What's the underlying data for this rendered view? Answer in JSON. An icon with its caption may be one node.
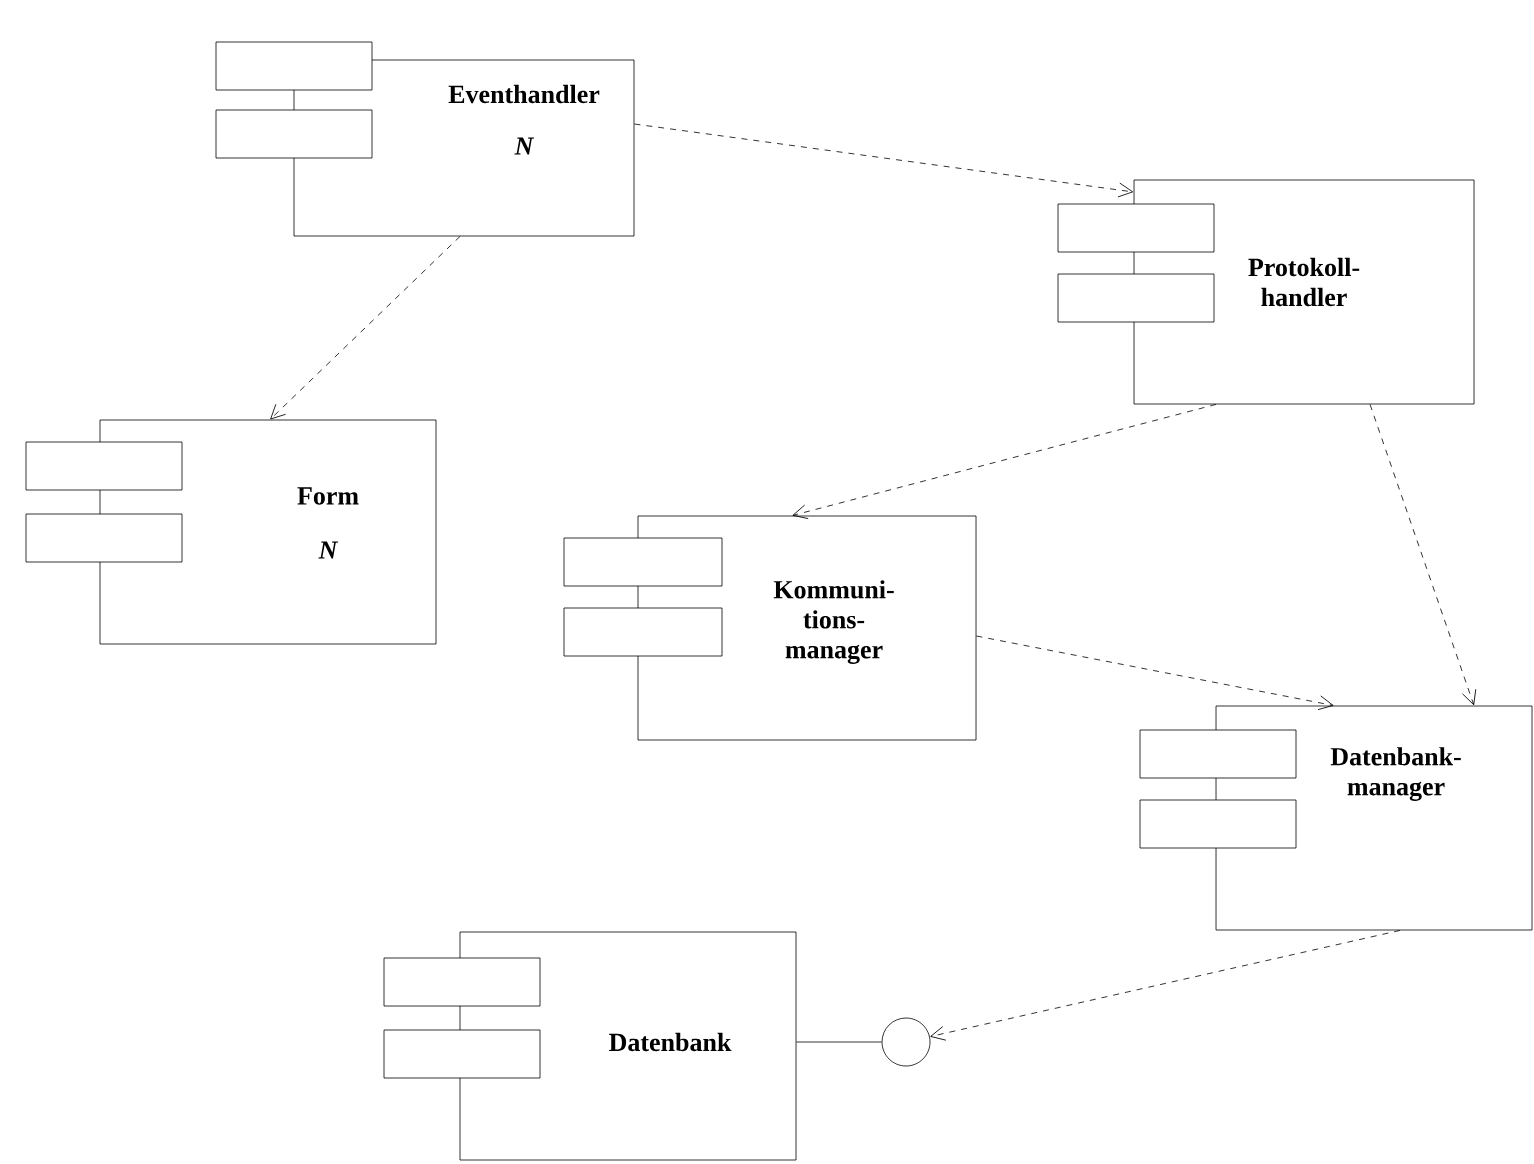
{
  "diagram": {
    "nodes": [
      {
        "text": [
          "Eventhandler",
          "N"
        ]
      },
      {
        "text": [
          "Protokoll- handler"
        ]
      },
      {
        "text": [
          "Form",
          "N"
        ]
      },
      {
        "text": [
          "Kommuni- tions- manager"
        ]
      },
      {
        "text": [
          "Datenbank- manager"
        ]
      },
      {
        "text": [
          "Datenbank"
        ]
      },
      {
        "text": [],
        "shape": "circle"
      }
    ],
    "edges": [
      {
        "from": 0,
        "to": 1,
        "arrow": "to",
        "style": "dashed"
      },
      {
        "from": 0,
        "to": 2,
        "arrow": "to",
        "style": "dashed"
      },
      {
        "from": 1,
        "to": 3,
        "arrow": "to",
        "style": "dashed"
      },
      {
        "from": 1,
        "to": 4,
        "arrow": "to",
        "style": "dashed"
      },
      {
        "from": 3,
        "to": 4,
        "arrow": "to",
        "style": "dashed"
      },
      {
        "from": 4,
        "to": 6,
        "arrow": "to",
        "style": "dashed"
      },
      {
        "from": 5,
        "to": 6,
        "arrow": "none"
      }
    ]
  }
}
